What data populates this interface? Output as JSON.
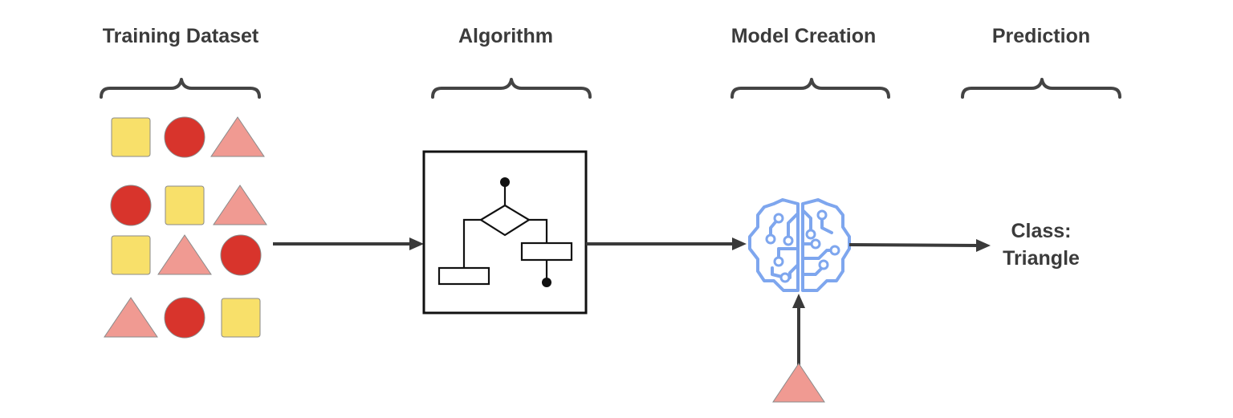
{
  "stages": {
    "training_dataset": "Training Dataset",
    "algorithm": "Algorithm",
    "model_creation": "Model Creation",
    "prediction": "Prediction"
  },
  "result": {
    "line1": "Class:",
    "line2": "Triangle"
  },
  "dataset_grid": [
    [
      "square",
      "circle",
      "triangle"
    ],
    [
      "circle",
      "square",
      "triangle"
    ],
    [
      "square",
      "triangle",
      "circle"
    ],
    [
      "triangle",
      "circle",
      "square"
    ]
  ],
  "input_sample": "triangle",
  "colors": {
    "square": "#f8e06a",
    "circle": "#d8342c",
    "triangle": "#f09a92",
    "brain": "#7ea6ee",
    "text": "#3b3b3b",
    "arrow": "#3a3a3a"
  },
  "icons": {
    "algorithm": "flowchart-icon",
    "model": "brain-circuit-icon"
  }
}
